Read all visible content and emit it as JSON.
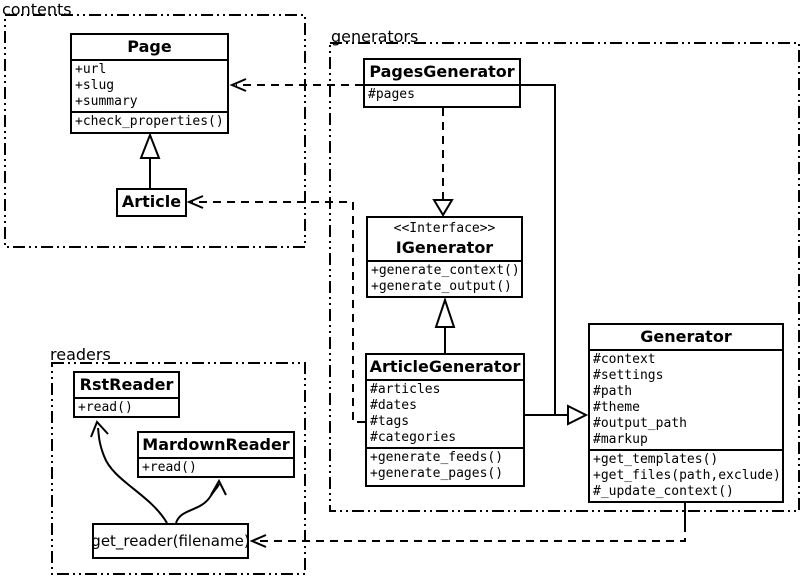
{
  "packages": {
    "contents": {
      "label": "contents"
    },
    "generators": {
      "label": "generators"
    },
    "readers": {
      "label": "readers"
    }
  },
  "classes": {
    "page": {
      "name": "Page",
      "attributes": [
        "+url",
        "+slug",
        "+summary"
      ],
      "methods": [
        "+check_properties()"
      ]
    },
    "article": {
      "name": "Article"
    },
    "pages_generator": {
      "name": "PagesGenerator",
      "attributes": [
        "#pages"
      ]
    },
    "igenerator": {
      "stereotype": "<<Interface>>",
      "name": "IGenerator",
      "methods": [
        "+generate_context()",
        "+generate_output()"
      ]
    },
    "article_generator": {
      "name": "ArticleGenerator",
      "attributes": [
        "#articles",
        "#dates",
        "#tags",
        "#categories"
      ],
      "methods": [
        "+generate_feeds()",
        "+generate_pages()"
      ]
    },
    "generator": {
      "name": "Generator",
      "attributes": [
        "#context",
        "#settings",
        "#path",
        "#theme",
        "#output_path",
        "#markup"
      ],
      "methods": [
        "+get_templates()",
        "+get_files(path,exclude)",
        "#_update_context()"
      ]
    },
    "rst_reader": {
      "name": "RstReader",
      "methods": [
        "+read()"
      ]
    },
    "markdown_reader": {
      "name": "MardownReader",
      "methods": [
        "+read()"
      ]
    },
    "get_reader": {
      "label": "get_reader(filename)"
    }
  },
  "relationships": [
    {
      "from": "Article",
      "to": "Page",
      "type": "generalization",
      "line": "solid",
      "head": "hollow-triangle"
    },
    {
      "from": "PagesGenerator",
      "to": "Page",
      "type": "dependency",
      "line": "dashed",
      "head": "open-arrow"
    },
    {
      "from": "ArticleGenerator",
      "to": "Article",
      "type": "dependency",
      "line": "dashed",
      "head": "open-arrow"
    },
    {
      "from": "PagesGenerator",
      "to": "IGenerator",
      "type": "realization",
      "line": "dashed",
      "head": "hollow-triangle"
    },
    {
      "from": "ArticleGenerator",
      "to": "IGenerator",
      "type": "generalization",
      "line": "solid",
      "head": "hollow-triangle"
    },
    {
      "from": "PagesGenerator",
      "to": "Generator",
      "type": "generalization",
      "line": "solid",
      "head": "hollow-triangle"
    },
    {
      "from": "ArticleGenerator",
      "to": "Generator",
      "type": "generalization",
      "line": "solid",
      "head": "hollow-triangle"
    },
    {
      "from": "Generator",
      "to": "get_reader(filename)",
      "type": "dependency",
      "line": "dashed",
      "head": "open-arrow"
    },
    {
      "from": "get_reader(filename)",
      "to": "RstReader",
      "type": "call",
      "line": "curved-solid",
      "head": "open-arrow"
    },
    {
      "from": "get_reader(filename)",
      "to": "MardownReader",
      "type": "call",
      "line": "curved-solid",
      "head": "open-arrow"
    }
  ],
  "colors": {
    "line": "#000000",
    "background": "#ffffff",
    "box_fill": "#ffffff"
  }
}
